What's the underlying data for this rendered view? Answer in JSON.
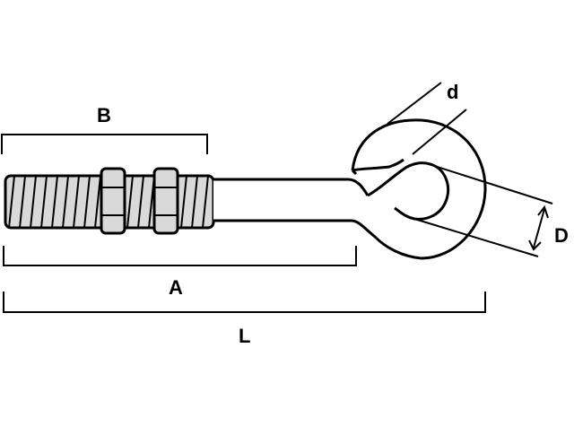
{
  "diagram": {
    "labels": {
      "B": "B",
      "A": "A",
      "L": "L",
      "d": "d",
      "D": "D"
    },
    "colors": {
      "stroke": "#000000",
      "fill": "#d9d9d9",
      "background": "#ffffff"
    }
  }
}
